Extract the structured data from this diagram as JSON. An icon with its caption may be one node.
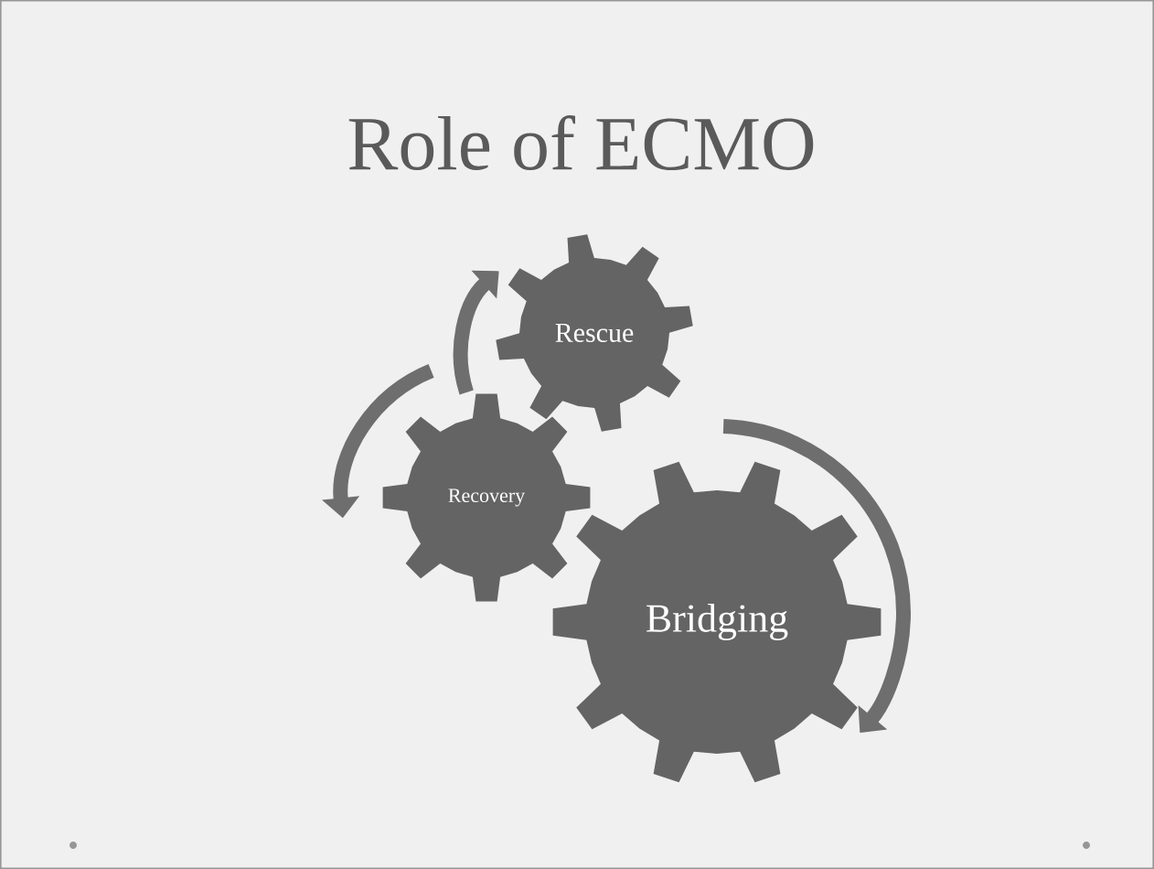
{
  "diagram": {
    "title": "Role of ECMO",
    "nodes": [
      {
        "text": [
          "Rescue"
        ]
      },
      {
        "text": [
          "Recovery"
        ]
      },
      {
        "text": [
          "Bridging"
        ]
      }
    ]
  }
}
